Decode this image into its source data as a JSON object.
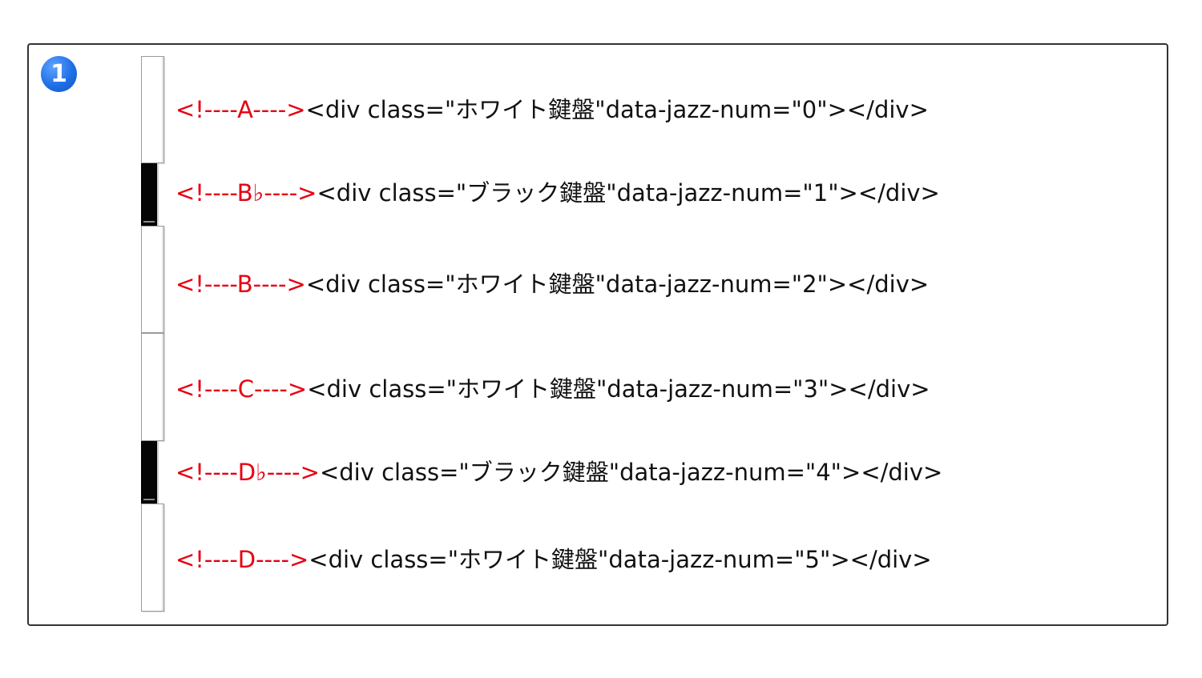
{
  "step_number": "1",
  "colors": {
    "comment": "#e60012",
    "code": "#111111",
    "badge": "#1f6fe6",
    "white_key": "#ffffff",
    "black_key": "#050505"
  },
  "keys": [
    {
      "type": "white",
      "comment": "<!----A---->",
      "code": "<div class=\"ホワイト鍵盤\"data-jazz-num=\"0\"></div>"
    },
    {
      "type": "black",
      "comment": "<!----B♭---->",
      "code": "<div class=\"ブラック鍵盤\"data-jazz-num=\"1\"></div>"
    },
    {
      "type": "white",
      "comment": "<!----B---->",
      "code": "<div class=\"ホワイト鍵盤\"data-jazz-num=\"2\"></div>"
    },
    {
      "type": "white",
      "comment": "<!----C---->",
      "code": "<div class=\"ホワイト鍵盤\"data-jazz-num=\"3\"></div>"
    },
    {
      "type": "black",
      "comment": "<!----D♭---->",
      "code": "<div class=\"ブラック鍵盤\"data-jazz-num=\"4\"></div>"
    },
    {
      "type": "white",
      "comment": "<!----D---->",
      "code": "<div class=\"ホワイト鍵盤\"data-jazz-num=\"5\"></div>"
    }
  ]
}
